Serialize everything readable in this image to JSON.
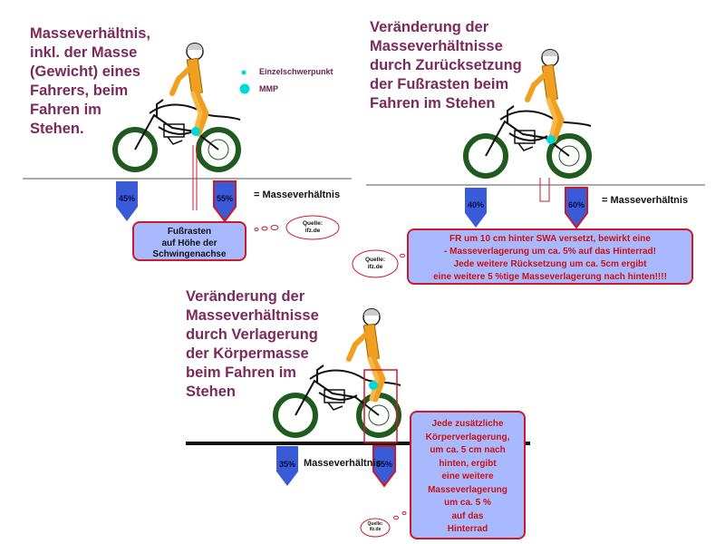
{
  "panel1": {
    "title": "Masseverhältnis,\ninkl. der Masse\n(Gewicht) eines\nFahrers, beim\nFahren im\nStehen.",
    "legend_single": "Einzelschwerpunkt",
    "legend_mmp": "MMP",
    "pct_front": "45%",
    "pct_rear": "55%",
    "ratio_label": "= Masseverhältnis",
    "note": "Fußrasten\nauf Höhe der\nSchwingenachse",
    "source": "Quelle:\nifz.de"
  },
  "panel2": {
    "title": "Veränderung der\nMasseverhältnisse\ndurch Zurücksetzung\nder Fußrasten beim\nFahren im Stehen",
    "pct_front": "40%",
    "pct_rear": "60%",
    "ratio_label": "= Masseverhältnis",
    "note": "FR um 10 cm hinter SWA versetzt, bewirkt eine\n- Masseverlagerung um ca. 5% auf das Hinterrad!\nJede weitere Rücksetzung um ca. 5cm ergibt\neine weitere 5 %tige Masseverlagerung nach hinten!!!!",
    "source": "Quelle:\nifz.de"
  },
  "panel3": {
    "title": "Veränderung der\nMasseverhältnisse\ndurch Verlagerung\nder Körpermasse\nbeim Fahren im\nStehen",
    "pct_front": "35%",
    "pct_rear": "65%",
    "ratio_label": "Masseverhältnis",
    "note": "Jede zusätzliche\nKörperverlagerung,\num ca. 5 cm nach\nhinten, ergibt\neine weitere\nMasseverlagerung\num ca. 5 %\nauf das\nHinterrad",
    "source": "Quelle:\nifz.de"
  },
  "colors": {
    "title": "#7b2a5a",
    "arrow_blue": "#3a5bd8",
    "arrow_red_border": "#cc1a2a",
    "wheel": "#1f5a1f",
    "rider": "#f0a020",
    "center_dot": "#00d8d8",
    "box_fill": "#a9b9ff"
  }
}
